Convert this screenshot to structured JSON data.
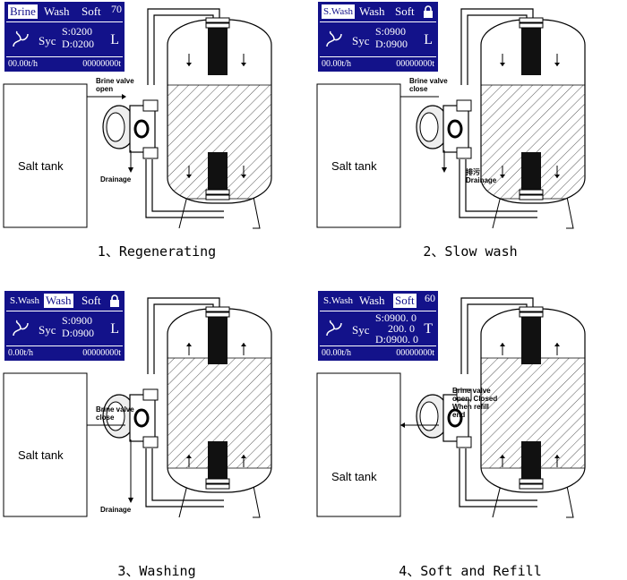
{
  "panels": [
    {
      "tabs": [
        "Brine",
        "Wash",
        "Soft"
      ],
      "selected_tab": 0,
      "counter": "70",
      "lock": false,
      "syc": "Syc",
      "readings": [
        "S:0200",
        "D:0200"
      ],
      "unit": "L",
      "flow": "00.00t/h",
      "total": "00000000t",
      "valve_label": [
        "Brine valve",
        "open"
      ],
      "drain_label": [
        "Drainage"
      ],
      "tank": "Salt tank",
      "caption": "1、Regenerating"
    },
    {
      "tabs": [
        "S.Wash",
        "Wash",
        "Soft"
      ],
      "selected_tab": 0,
      "counter": "",
      "lock": true,
      "syc": "Syc",
      "readings": [
        "S:0900",
        "D:0900"
      ],
      "unit": "L",
      "flow": "00.00t/h",
      "total": "00000000t",
      "valve_label": [
        "Brine valve",
        "close"
      ],
      "drain_label": [
        "排污",
        "Drainage"
      ],
      "tank": "Salt tank",
      "caption": "2、Slow wash"
    },
    {
      "tabs": [
        "S.Wash",
        "Wash",
        "Soft"
      ],
      "selected_tab": 1,
      "counter": "",
      "lock": true,
      "syc": "Syc",
      "readings": [
        "S:0900",
        "D:0900"
      ],
      "unit": "L",
      "flow": "0.00t/h",
      "total": "00000000t",
      "valve_label": [
        "Brine valve",
        "close"
      ],
      "drain_label": [
        "Drainage"
      ],
      "tank": "Salt tank",
      "caption": "3、Washing"
    },
    {
      "tabs": [
        "S.Wash",
        "Wash",
        "Soft"
      ],
      "selected_tab": 2,
      "counter": "60",
      "lock": false,
      "syc": "Syc",
      "readings": [
        "S:0900. 0",
        "200. 0",
        "D:0900. 0"
      ],
      "unit": "T",
      "flow": "00.00t/h",
      "total": "00000000t",
      "valve_label": [
        "Brine valve",
        "open, Closed",
        "When refill",
        "end"
      ],
      "drain_label": [],
      "tank": "Salt tank",
      "caption": "4、Soft and Refill"
    }
  ]
}
